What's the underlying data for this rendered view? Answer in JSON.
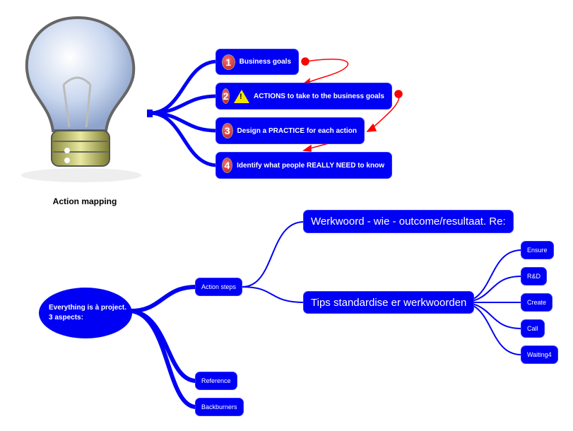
{
  "top_map": {
    "title": "Action mapping",
    "nodes": [
      {
        "num": "1",
        "label": "Business goals"
      },
      {
        "num": "2",
        "label": "ACTIONS to take to the business goals",
        "icon": "warning-icon"
      },
      {
        "num": "3",
        "label": "Design a PRACTICE for each action"
      },
      {
        "num": "4",
        "label": "Identify what people REALLY NEED to know"
      }
    ]
  },
  "bottom_map": {
    "root": {
      "line1": "Everything is à project.",
      "line2": "3 aspects:"
    },
    "branches": [
      "Action steps",
      "Reference",
      "Backburners"
    ],
    "action_children": [
      "Werkwoord - wie - outcome/resultaat. Re:",
      "Tips standardise er werkwoorden"
    ],
    "tips_children": [
      "Ensure",
      "R&D",
      "Create",
      "Call",
      "Waiting4"
    ]
  },
  "colors": {
    "node": "#0000f5",
    "relation": "#ff0000",
    "warning": "#f5e400"
  }
}
